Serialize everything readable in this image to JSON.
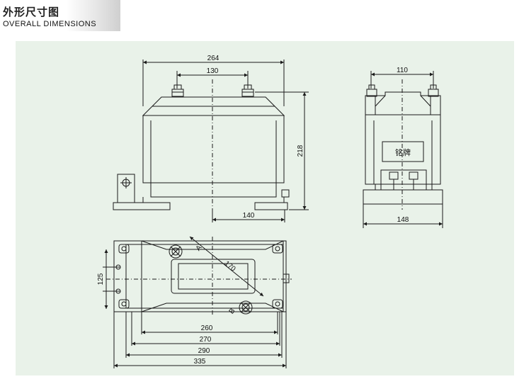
{
  "header": {
    "title_cn": "外形尺寸图",
    "title_en": "OVERALL DIMENSIONS"
  },
  "front_view": {
    "dim_overall_width": "264",
    "dim_terminal_spacing": "130",
    "dim_height": "218",
    "dim_mount_offset": "140"
  },
  "side_view": {
    "dim_terminal_spacing": "110",
    "dim_base_width": "148",
    "nameplate": "铭牌"
  },
  "top_view": {
    "dim_mount_spacing": "125",
    "dim_diagonal": "170",
    "terminal_a": "A",
    "terminal_b": "B",
    "dim_260": "260",
    "dim_270": "270",
    "dim_290": "290",
    "dim_335": "335"
  },
  "colors": {
    "panel_bg": "#e9f2e9",
    "line": "#1a1a1a"
  }
}
